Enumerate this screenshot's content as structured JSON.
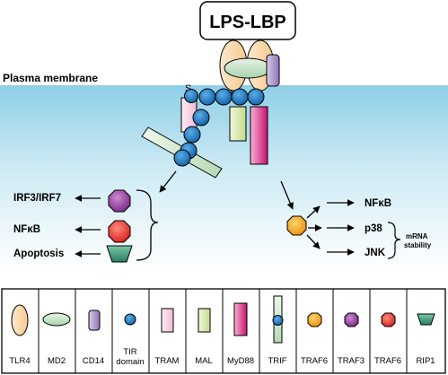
{
  "diagram": {
    "ligand": "LPS-LBP",
    "membrane_label": "Plasma membrane",
    "receptor_mark": "S",
    "left_pathway": {
      "outputs": [
        "IRF3/IRF7",
        "NFκB",
        "Apoptosis"
      ]
    },
    "right_pathway": {
      "outputs": [
        "NFκB",
        "p38",
        "JNK"
      ],
      "note_line1": "mRNA",
      "note_line2": "stability"
    }
  },
  "legend": {
    "items": [
      {
        "label": "TLR4",
        "color": "#fde3c0"
      },
      {
        "label": "MD2",
        "color": "#cfe8cf"
      },
      {
        "label": "CD14",
        "color": "#b9a3d3"
      },
      {
        "label_line1": "TIR",
        "label_line2": "domain",
        "color": "#1f78c4"
      },
      {
        "label": "TRAM",
        "color": "#f9d4e4"
      },
      {
        "label": "MAL",
        "color": "#ddeeb0"
      },
      {
        "label": "MyD88",
        "color": "#d6177c"
      },
      {
        "label": "TRIF",
        "color": "#cfe8cf"
      },
      {
        "label": "TRAF6",
        "color": "#f6ad1f"
      },
      {
        "label": "TRAF3",
        "color": "#9b40a3"
      },
      {
        "label": "TRAF6",
        "color": "#ee3e3e"
      },
      {
        "label": "RIP1",
        "color": "#3b9a7b"
      }
    ]
  }
}
